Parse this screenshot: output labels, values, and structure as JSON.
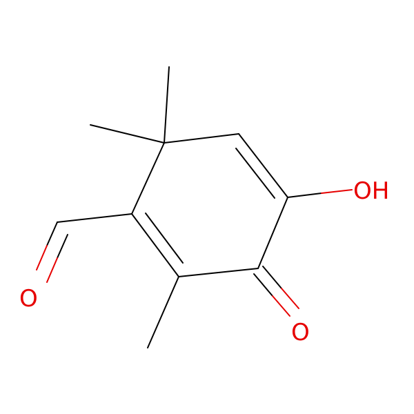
{
  "molecule": {
    "atom_labels": {
      "hydroxyl": "OH",
      "ketone_oxygen": "O",
      "aldehyde_oxygen": "O"
    },
    "colors": {
      "bond": "#000000",
      "heteroatom_oxygen": "#e60000",
      "background": "#ffffff"
    }
  }
}
